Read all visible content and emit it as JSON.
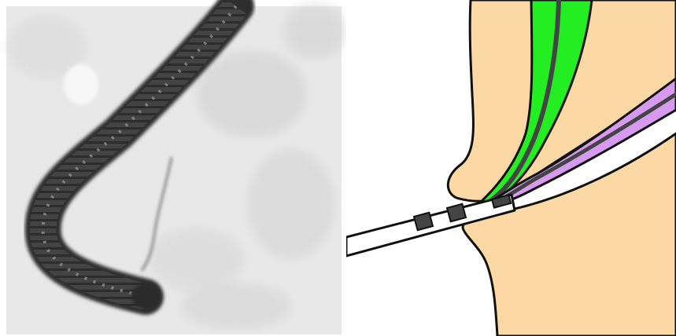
{
  "left_panel": {
    "kind": "fluoroscopy-image",
    "subject": "endoscope-with-cannula",
    "palette": {
      "background": "#e9e9e9",
      "scope": "#3a3a3a",
      "shadow": "#c8c8c8"
    }
  },
  "right_panel": {
    "kind": "schematic-diagram",
    "palette": {
      "tissue": "#fcd9a4",
      "outline": "#111111",
      "green_duct": "#22ee22",
      "purple_duct": "#d79af0",
      "duct_lumen": "#444444",
      "cannula_body": "#ffffff",
      "cannula_markers": "#444444"
    }
  }
}
